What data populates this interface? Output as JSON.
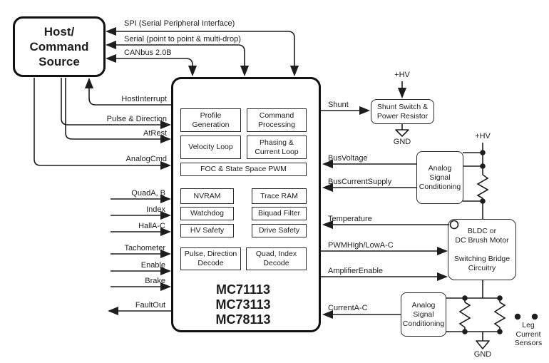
{
  "host": {
    "label": "Host/\nCommand\nSource"
  },
  "buses": {
    "spi": "SPI (Serial Peripheral Interface)",
    "serial": "Serial (point to point & multi-drop)",
    "canbus": "CANbus 2.0B"
  },
  "left_pins": {
    "host_interrupt": "HostInterrupt",
    "pulse_direction": "Pulse & Direction",
    "at_rest": "AtRest",
    "analog_cmd": "AnalogCmd",
    "quad_ab": "QuadA, B",
    "index": "Index",
    "hall_ac": "HallA-C",
    "tachometer": "Tachometer",
    "enable": "Enable",
    "brake": "Brake",
    "fault_out": "FaultOut"
  },
  "chip": {
    "blocks": {
      "profile_generation": "Profile\nGeneration",
      "command_processing": "Command\nProcessing",
      "velocity_loop": "Velocity Loop",
      "phasing_current_loop": "Phasing &\nCurrent Loop",
      "foc_pwm": "FOC & State Space PWM",
      "nvram": "NVRAM",
      "trace_ram": "Trace RAM",
      "watchdog": "Watchdog",
      "biquad_filter": "Biquad Filter",
      "hv_safety": "HV Safety",
      "drive_safety": "Drive Safety",
      "pulse_direction_decode": "Pulse, Direction\nDecode",
      "quad_index_decode": "Quad, Index\nDecode"
    },
    "part_numbers": [
      "MC71113",
      "MC73113",
      "MC78113"
    ]
  },
  "right_pins": {
    "shunt": "Shunt",
    "bus_voltage": "BusVoltage",
    "bus_current_supply": "BusCurrentSupply",
    "temperature": "Temperature",
    "pwm_high_low": "PWMHigh/LowA-C",
    "amplifier_enable": "AmplifierEnable",
    "current_ac": "CurrentA-C"
  },
  "peripherals": {
    "shunt_switch": "Shunt Switch &\nPower Resistor",
    "asc_top": "Analog\nSignal\nConditioning",
    "bldc": "BLDC or\nDC Brush Motor\n\nSwitching Bridge\nCircuitry",
    "asc_bottom": "Analog\nSignal\nConditioning",
    "leg_sensors": "Leg\nCurrent\nSensors"
  },
  "power": {
    "hv_top": "+HV",
    "gnd_top": "GND",
    "hv_right": "+HV",
    "gnd_bottom": "GND"
  },
  "colors": {
    "ink": "#1d1d1f",
    "background": "#ffffff"
  }
}
